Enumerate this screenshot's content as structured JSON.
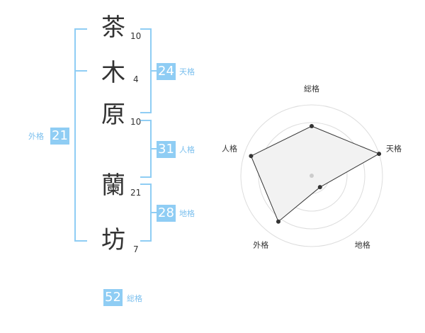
{
  "name_chars": [
    {
      "char": "茶",
      "strokes": "10"
    },
    {
      "char": "木",
      "strokes": "4"
    },
    {
      "char": "原",
      "strokes": "10"
    },
    {
      "char": "蘭",
      "strokes": "21"
    },
    {
      "char": "坊",
      "strokes": "7"
    }
  ],
  "scores": {
    "tenkaku": {
      "value": "24",
      "label": "天格"
    },
    "jinkaku": {
      "value": "31",
      "label": "人格"
    },
    "chikaku": {
      "value": "28",
      "label": "地格"
    },
    "gaikaku": {
      "value": "21",
      "label": "外格"
    },
    "soukaku": {
      "value": "52",
      "label": "総格"
    }
  },
  "chart_data": {
    "type": "radar",
    "axes": [
      "総格",
      "天格",
      "地格",
      "外格",
      "人格"
    ],
    "values": [
      0.7,
      1.0,
      0.2,
      0.8,
      0.9
    ],
    "rings": 4
  }
}
